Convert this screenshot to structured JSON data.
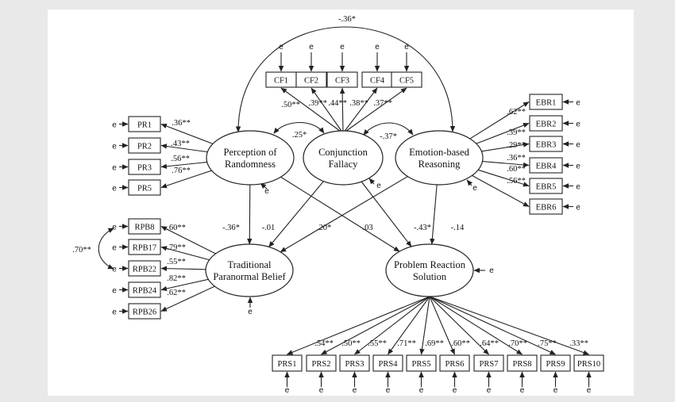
{
  "diagram": {
    "latents": {
      "perception": "Perception of|Randomness",
      "conjunction": "Conjunction|Fallacy",
      "emotion": "Emotion-based|Reasoning",
      "paranormal": "Traditional|Paranormal Belief",
      "problem": "Problem Reaction|Solution"
    },
    "error_label": "e",
    "top_covariance": "-.36*",
    "covariances": {
      "perception_conjunction": ".25*",
      "conjunction_emotion": "-.37*",
      "rpb_error": ".70**"
    },
    "structural_paths": {
      "perception_to_paranormal": "-.36*",
      "conjunction_to_paranormal": "-.01",
      "emotion_to_paranormal": ".20*",
      "perception_to_problem": ".03",
      "conjunction_to_problem": "-.43*",
      "emotion_to_problem": "-.14"
    },
    "indicators": {
      "pr": [
        {
          "label": "PR1",
          "loading": ".36**"
        },
        {
          "label": "PR2",
          "loading": ".43**"
        },
        {
          "label": "PR3",
          "loading": ".56**"
        },
        {
          "label": "PR5",
          "loading": ".76**"
        }
      ],
      "cf": [
        {
          "label": "CF1",
          "loading": ".50**"
        },
        {
          "label": "CF2",
          "loading": ".39**"
        },
        {
          "label": "CF3",
          "loading": ".44**"
        },
        {
          "label": "CF4",
          "loading": ".38**"
        },
        {
          "label": "CF5",
          "loading": ".37**"
        }
      ],
      "ebr": [
        {
          "label": "EBR1",
          "loading": ".62**"
        },
        {
          "label": "EBR2",
          "loading": ".39**"
        },
        {
          "label": "EBR3",
          "loading": ".29**"
        },
        {
          "label": "EBR4",
          "loading": ".36**"
        },
        {
          "label": "EBR5",
          "loading": ".60**"
        },
        {
          "label": "EBR6",
          "loading": ".56**"
        }
      ],
      "rpb": [
        {
          "label": "RPB8",
          "loading": ".60**"
        },
        {
          "label": "RPB17",
          "loading": ".79**"
        },
        {
          "label": "RPB22",
          "loading": ".55**"
        },
        {
          "label": "RPB24",
          "loading": ".82**"
        },
        {
          "label": "RPB26",
          "loading": ".62**"
        }
      ],
      "prs": [
        {
          "label": "PRS1",
          "loading": ".54**"
        },
        {
          "label": "PRS2",
          "loading": ".50**"
        },
        {
          "label": "PRS3",
          "loading": ".55**"
        },
        {
          "label": "PRS4",
          "loading": ".71**"
        },
        {
          "label": "PRS5",
          "loading": ".69**"
        },
        {
          "label": "PRS6",
          "loading": ".60**"
        },
        {
          "label": "PRS7",
          "loading": ".64**"
        },
        {
          "label": "PRS8",
          "loading": ".70**"
        },
        {
          "label": "PRS9",
          "loading": ".75**"
        },
        {
          "label": "PRS10",
          "loading": ".33**"
        }
      ]
    }
  }
}
